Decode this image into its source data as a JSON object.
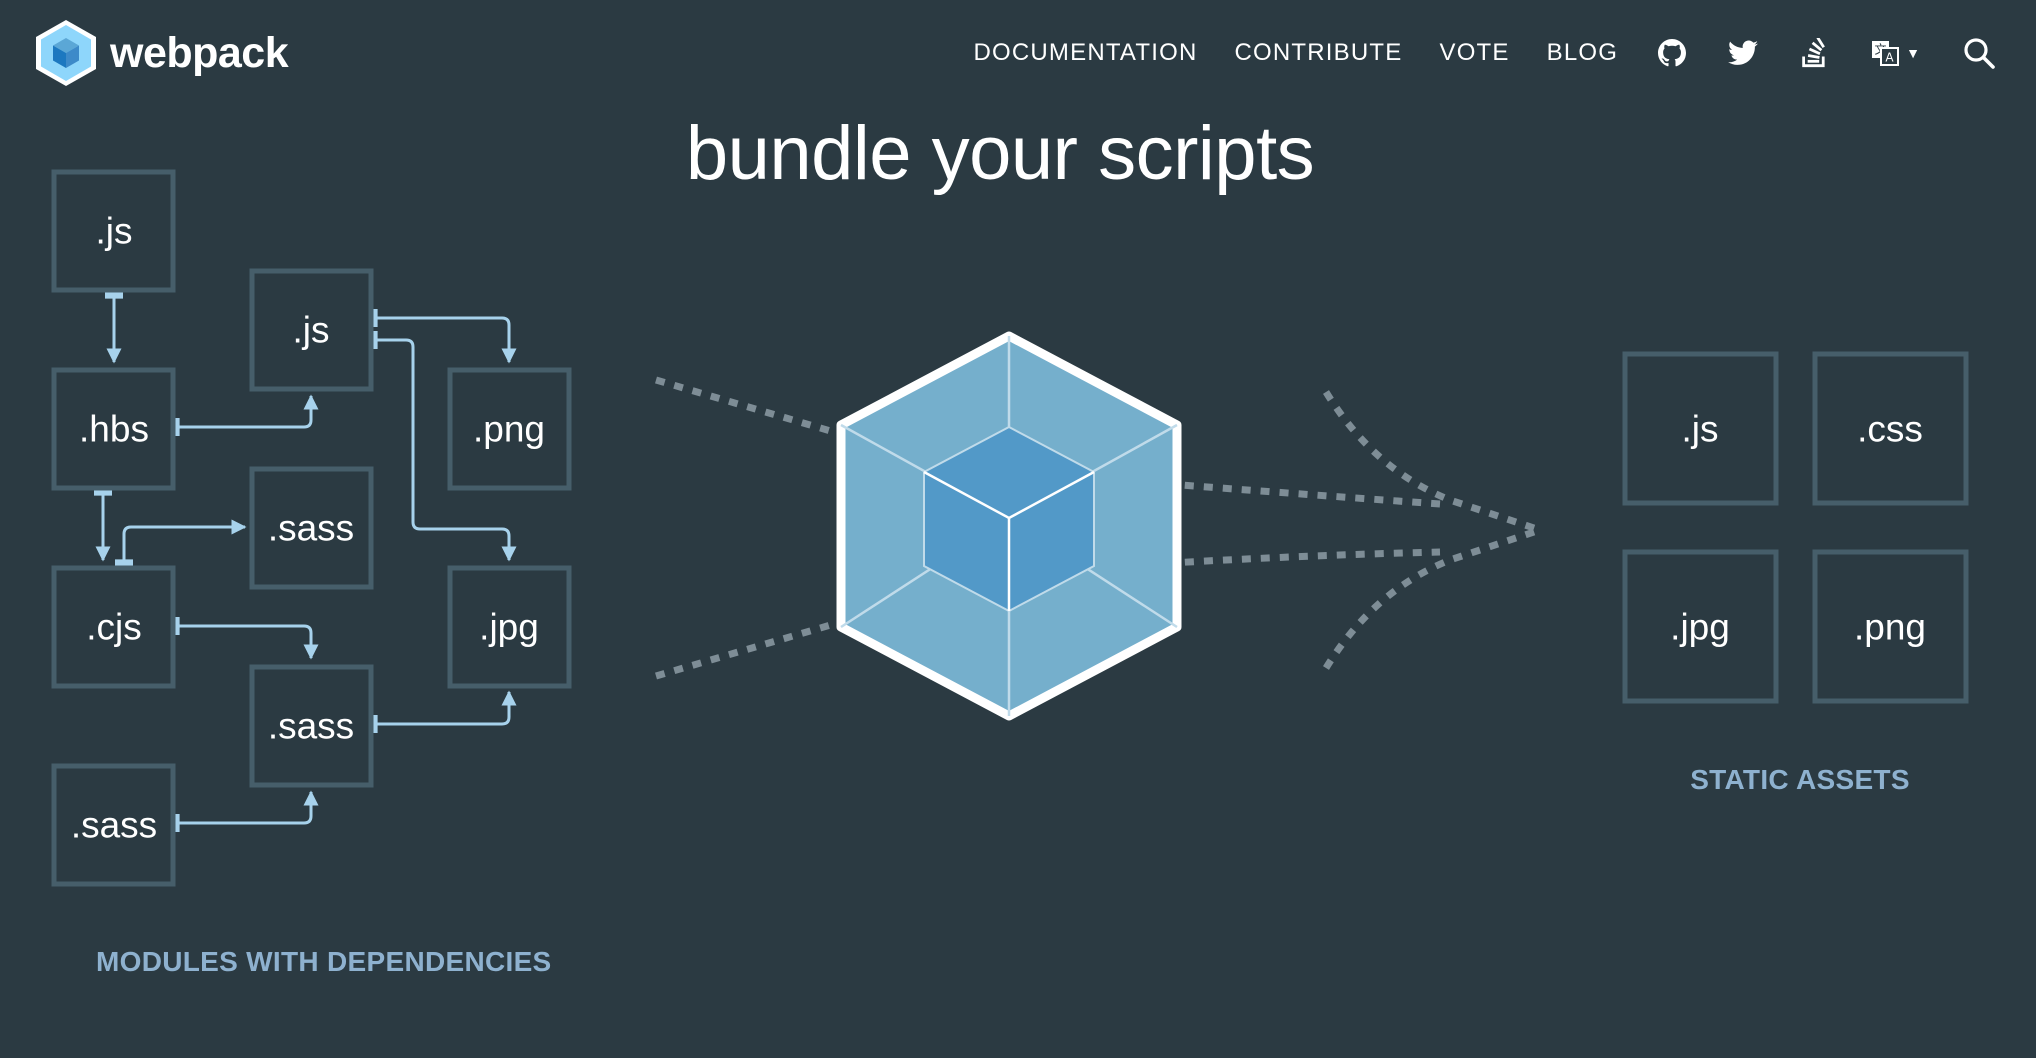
{
  "header": {
    "brand": "webpack",
    "nav": [
      {
        "label": "DOCUMENTATION"
      },
      {
        "label": "CONTRIBUTE"
      },
      {
        "label": "VOTE"
      },
      {
        "label": "BLOG"
      }
    ],
    "icons": [
      "github-icon",
      "twitter-icon",
      "stack-overflow-icon",
      "language-icon",
      "search-icon"
    ]
  },
  "hero": {
    "title": "bundle your scripts"
  },
  "diagram": {
    "modules": [
      ".js",
      ".hbs",
      ".cjs",
      ".sass",
      ".js",
      ".sass",
      ".sass",
      ".png",
      ".jpg"
    ],
    "assets": [
      ".js",
      ".css",
      ".jpg",
      ".png"
    ],
    "modules_caption": "MODULES WITH DEPENDENCIES",
    "assets_caption": "STATIC ASSETS"
  },
  "colors": {
    "background": "#2b3a42",
    "box_stroke": "#465e6a",
    "arrow": "#a7d2ec",
    "caption": "#8eb1cf",
    "cube_outer": "#75afcc",
    "cube_inner": "#5299c8"
  }
}
